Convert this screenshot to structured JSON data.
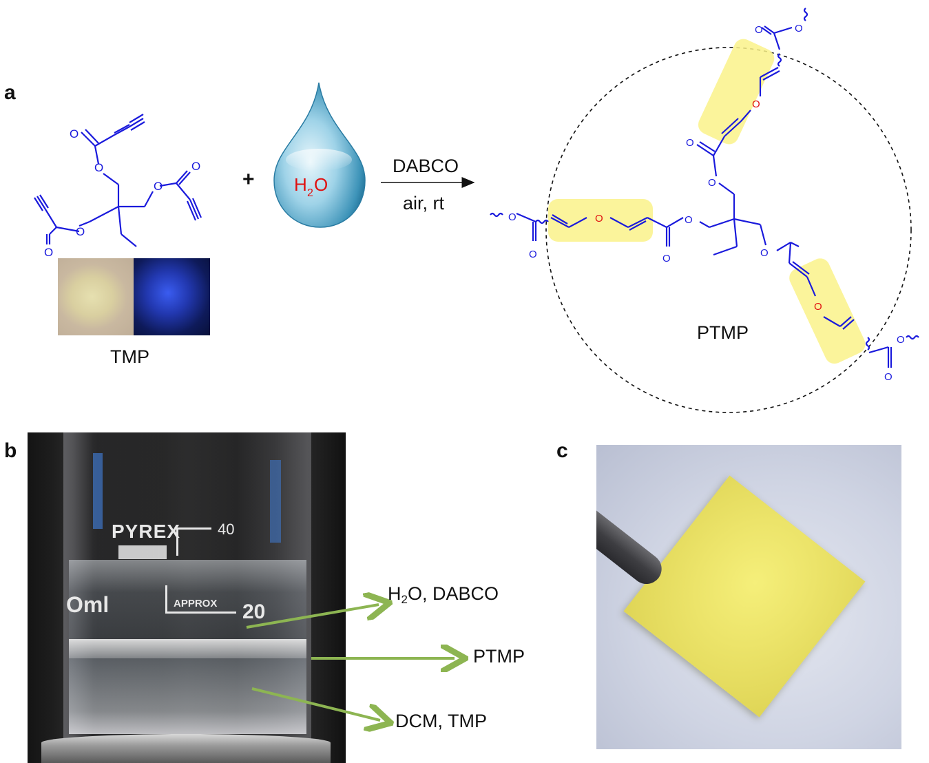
{
  "panels": {
    "a": {
      "letter": "a",
      "plus": "+",
      "water_label_main": "H",
      "water_label_sub": "2",
      "water_label_tail": "O",
      "reagent_top": "DABCO",
      "reagent_bottom": "air, rt",
      "monomer_name": "TMP",
      "polymer_name": "PTMP",
      "atom_o": "O"
    },
    "b": {
      "letter": "b",
      "beaker_brand": "PYREX",
      "beaker_mark_40": "40",
      "beaker_mark_ml": "Oml",
      "beaker_approx": "APPROX",
      "beaker_mark_20": "20",
      "layer_top_pre": "H",
      "layer_top_sub": "2",
      "layer_top_post": "O, DABCO",
      "layer_mid": "PTMP",
      "layer_bottom": "DCM, TMP"
    },
    "c": {
      "letter": "c"
    }
  },
  "colors": {
    "structure_blue": "#1a1adc",
    "oxygen_red": "#e01010",
    "highlight_yellow": "#fbf38a",
    "arrow_green": "#8db552"
  }
}
